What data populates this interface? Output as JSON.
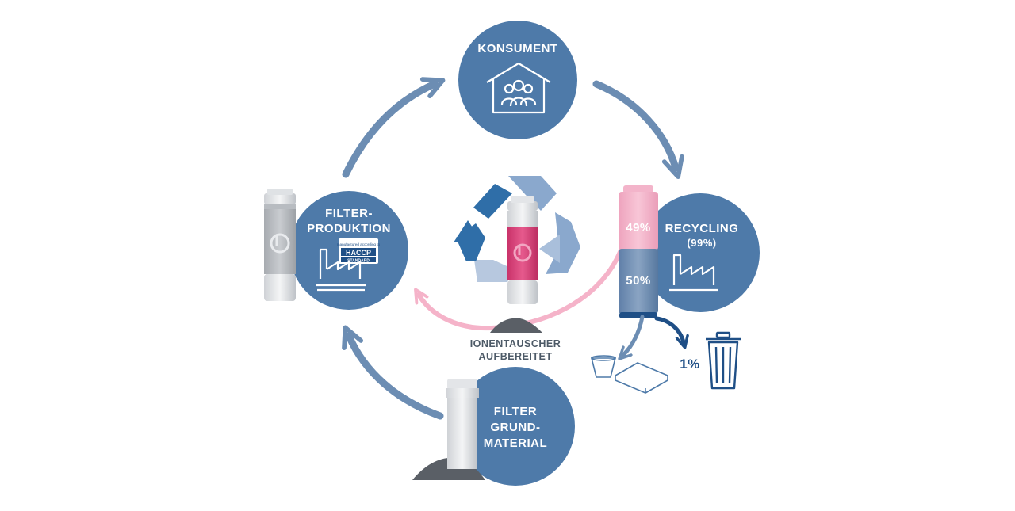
{
  "nodes": {
    "konsument": "KONSUMENT",
    "filter_produktion_l1": "FILTER-",
    "filter_produktion_l2": "PRODUKTION",
    "recycling_l1": "RECYCLING",
    "recycling_l2": "(99%)",
    "grundmaterial_l1": "FILTER",
    "grundmaterial_l2": "GRUND-",
    "grundmaterial_l3": "MATERIAL"
  },
  "center": {
    "ionentauscher_l1": "IONENTAUSCHER",
    "ionentauscher_l2": "AUFBEREITET"
  },
  "recycling_split": {
    "pink_pct": "49%",
    "blue_pct": "50%",
    "waste_pct": "1%"
  },
  "badge": {
    "small_text": "manufactured according to",
    "title": "HACCP",
    "subtitle": "STANDARD"
  },
  "colors": {
    "circle": "#4e7aa9",
    "arrow": "#6c8db3",
    "pink": "#f5b3c9",
    "magenta": "#e0407a",
    "dark_blue": "#1f4f86",
    "gravel": "#5a5f66"
  }
}
